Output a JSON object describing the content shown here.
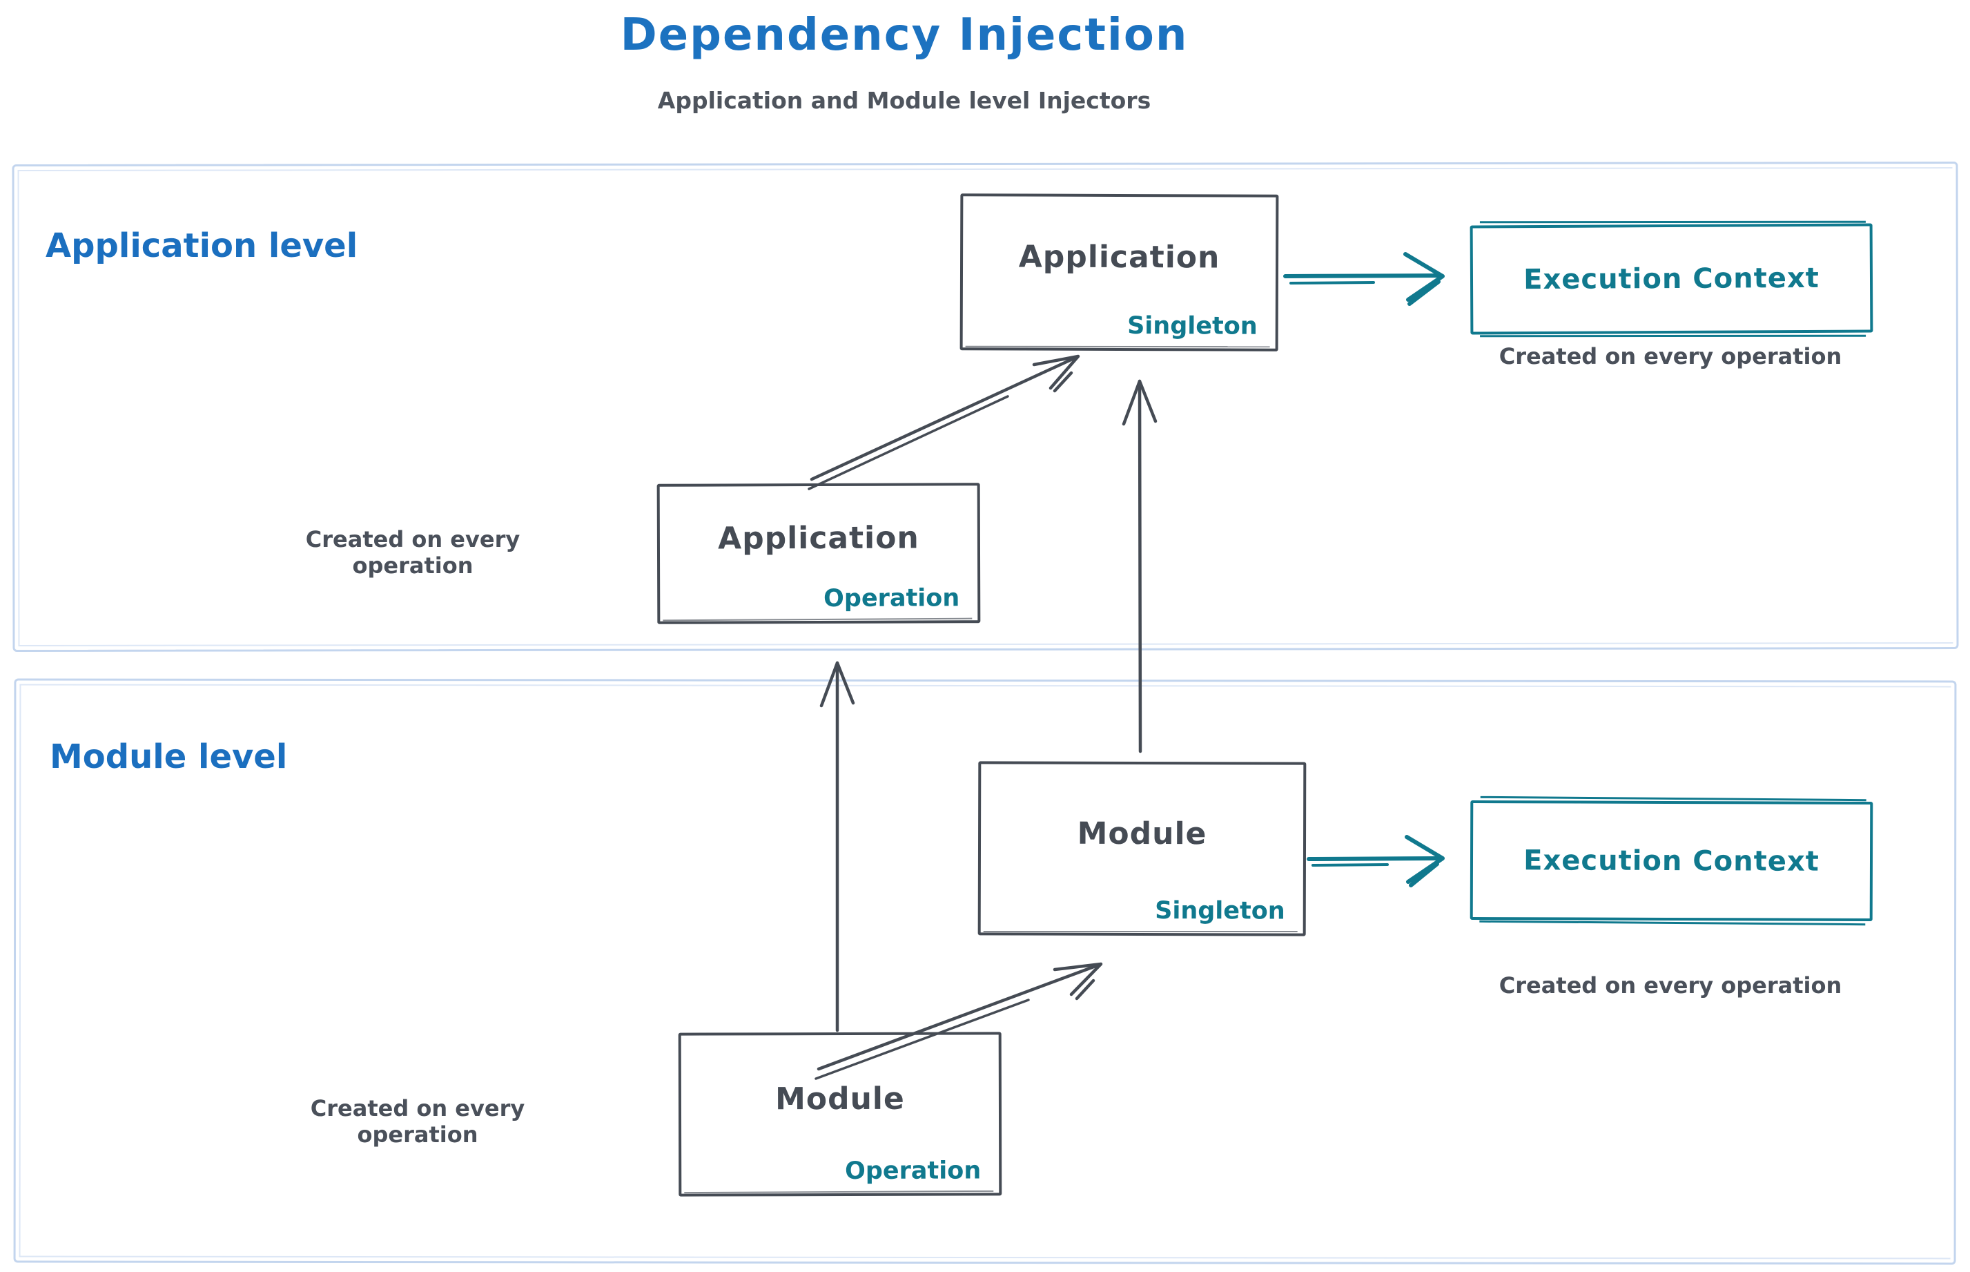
{
  "page": {
    "title": "Dependency Injection",
    "subtitle": "Application and Module level Injectors"
  },
  "colors": {
    "title_blue": "#1c72c0",
    "teal_accent": "#10798e",
    "dark_ink": "#454b54",
    "container_border_blue": "#c3d5ee"
  },
  "sections": {
    "application": {
      "label": "Application level"
    },
    "module": {
      "label": "Module level"
    }
  },
  "nodes": {
    "app_singleton": {
      "title": "Application",
      "badge": "Singleton"
    },
    "app_operation": {
      "title": "Application",
      "badge": "Operation"
    },
    "module_singleton": {
      "title": "Module",
      "badge": "Singleton"
    },
    "module_operation": {
      "title": "Module",
      "badge": "Operation"
    },
    "execution_context_app": {
      "title": "Execution Context",
      "caption": "Created on every operation"
    },
    "execution_context_module": {
      "title": "Execution Context",
      "caption": "Created on every operation"
    }
  },
  "notes": {
    "app_operation": "Created on every operation",
    "module_operation": "Created on every operation"
  },
  "arrows": [
    {
      "from": "app_singleton",
      "to": "execution_context_app",
      "color": "#10798e"
    },
    {
      "from": "app_operation",
      "to": "app_singleton",
      "color": "#454b54"
    },
    {
      "from": "module_singleton",
      "to": "app_singleton",
      "color": "#454b54"
    },
    {
      "from": "module_singleton",
      "to": "execution_context_module",
      "color": "#10798e"
    },
    {
      "from": "module_operation",
      "to": "module_singleton",
      "color": "#454b54"
    },
    {
      "from": "module_operation",
      "to": "app_operation",
      "color": "#454b54"
    }
  ]
}
